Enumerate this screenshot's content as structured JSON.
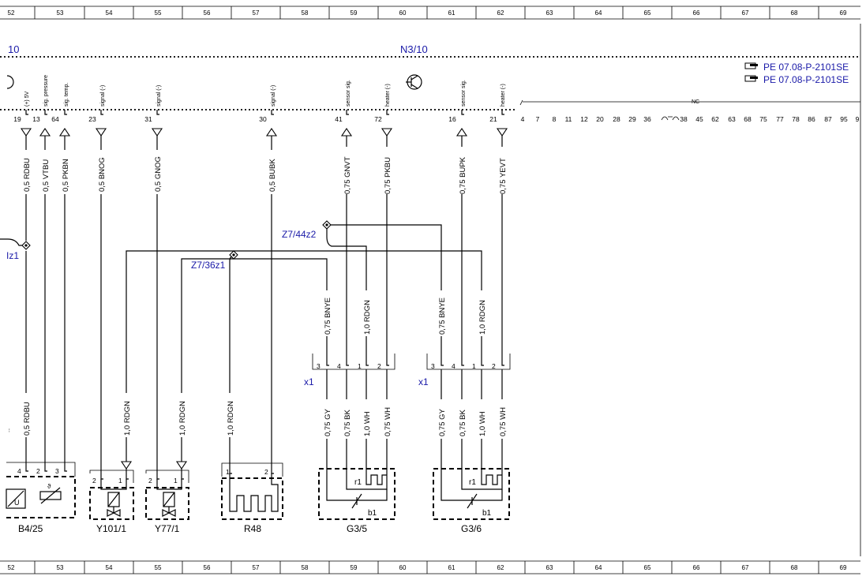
{
  "grid_columns": [
    "52",
    "53",
    "54",
    "55",
    "56",
    "57",
    "58",
    "59",
    "60",
    "61",
    "62",
    "63",
    "64",
    "65",
    "66",
    "67",
    "68",
    "69"
  ],
  "headers": {
    "left_partial": "10",
    "center": "N3/10"
  },
  "references": [
    "PE 07.08-P-2101SE",
    "PE 07.08-P-2101SE"
  ],
  "pin_functions": [
    "(+) 5V",
    "sig. pressure",
    "sig. temp.",
    "signal (-)",
    "signal (-)",
    "signal (-)",
    "sensor sig.",
    "heater (-)",
    "sensor sig.",
    "heater (-)"
  ],
  "pins": [
    "19",
    "13",
    "64",
    "23",
    "31",
    "30",
    "41",
    "72",
    "16",
    "21"
  ],
  "nc_pins": [
    "4",
    "7",
    "8",
    "11",
    "12",
    "20",
    "28",
    "29",
    "36",
    "38",
    "45",
    "62",
    "63",
    "68",
    "75",
    "77",
    "78",
    "86",
    "87",
    "95",
    "9"
  ],
  "nc_label": "NC",
  "top_wires": [
    "0,5 RDBU",
    "0,5 VTBU",
    "0,5 PKBN",
    "0,5 BNOG",
    "0,5 GNOG",
    "0,5 BUBK",
    "0,75 GNVT",
    "0,75 PKBU",
    "0,75 BUPK",
    "0,75 YEVT"
  ],
  "splices": {
    "left": "Iz1",
    "z36": "Z7/36z1",
    "z44": "Z7/44z2"
  },
  "mid_wires": [
    "0,75 BNYE",
    "1,0 RDGN",
    "0,75 BNYE",
    "1,0 RDGN"
  ],
  "connector_label": "x1",
  "connector_pins": [
    "3",
    "4",
    "1",
    "2"
  ],
  "lower_wires": [
    "0,5 RDBU",
    "1,0 RDGN",
    "1,0 RDGN",
    "1,0 RDGN",
    "0,75 GY",
    "0,75 BK",
    "1,0 WH",
    "0,75 WH",
    "0,75 GY",
    "0,75 BK",
    "1,0 WH",
    "0,75 WH"
  ],
  "b425_pins": [
    "4",
    "2",
    "3"
  ],
  "valve_pins": [
    "2",
    "1"
  ],
  "r48_pins": [
    "1",
    "2"
  ],
  "heater_label": "r1",
  "sensor_label": "b1",
  "component_symbols": {
    "u": "U",
    "theta": "ϑ"
  },
  "components": [
    "B4/25",
    "Y101/1",
    "Y77/1",
    "R48",
    "G3/5",
    "G3/6"
  ]
}
